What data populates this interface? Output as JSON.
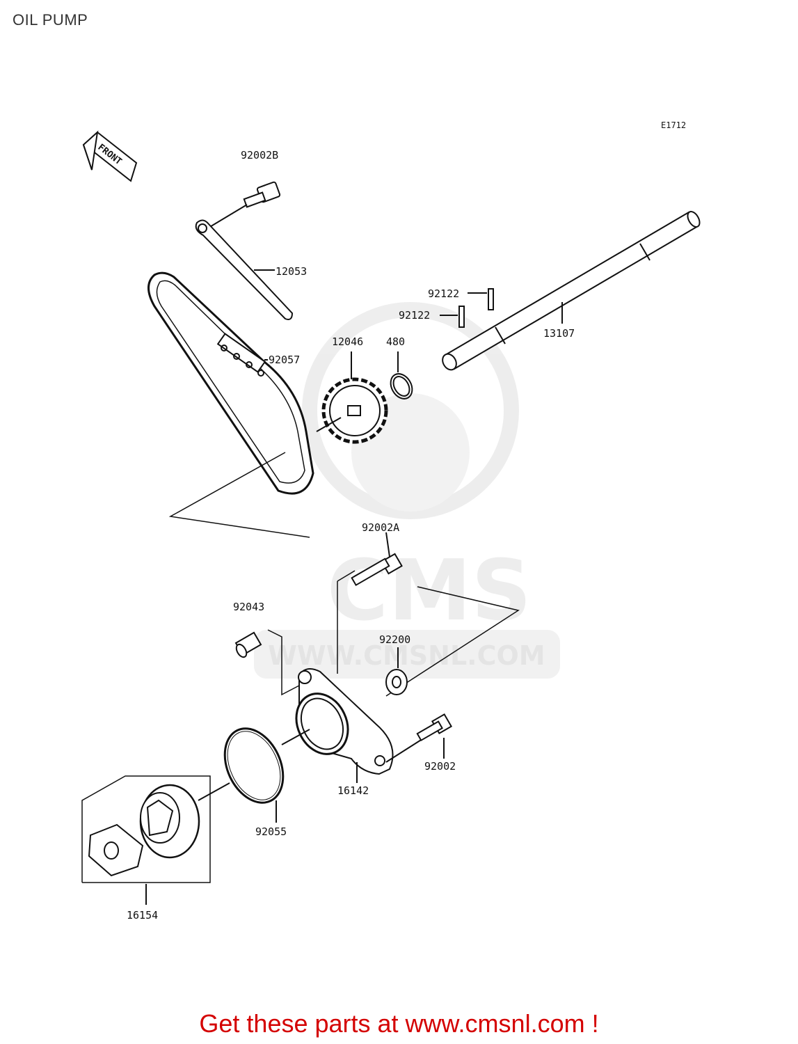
{
  "header": {
    "title": "OIL PUMP"
  },
  "diagram": {
    "code": "E1712",
    "front_label": "FRONT",
    "watermark": {
      "url": "WWW.CMSNL.COM",
      "logo": "CMS"
    },
    "parts": [
      {
        "id": "p1",
        "number": "92002B"
      },
      {
        "id": "p2",
        "number": "12053"
      },
      {
        "id": "p3",
        "number": "92122"
      },
      {
        "id": "p4",
        "number": "92122"
      },
      {
        "id": "p5",
        "number": "13107"
      },
      {
        "id": "p6",
        "number": "12046"
      },
      {
        "id": "p7",
        "number": "480"
      },
      {
        "id": "p8",
        "number": "92057"
      },
      {
        "id": "p9",
        "number": "92002A"
      },
      {
        "id": "p10",
        "number": "92043"
      },
      {
        "id": "p11",
        "number": "92200"
      },
      {
        "id": "p12",
        "number": "92002"
      },
      {
        "id": "p13",
        "number": "16142"
      },
      {
        "id": "p14",
        "number": "92055"
      },
      {
        "id": "p15",
        "number": "16154"
      }
    ]
  },
  "footer": {
    "cta": "Get these parts at www.cmsnl.com !"
  },
  "colors": {
    "cta": "#d40000",
    "lines": "#111111",
    "watermark": "#e6e6e6"
  }
}
